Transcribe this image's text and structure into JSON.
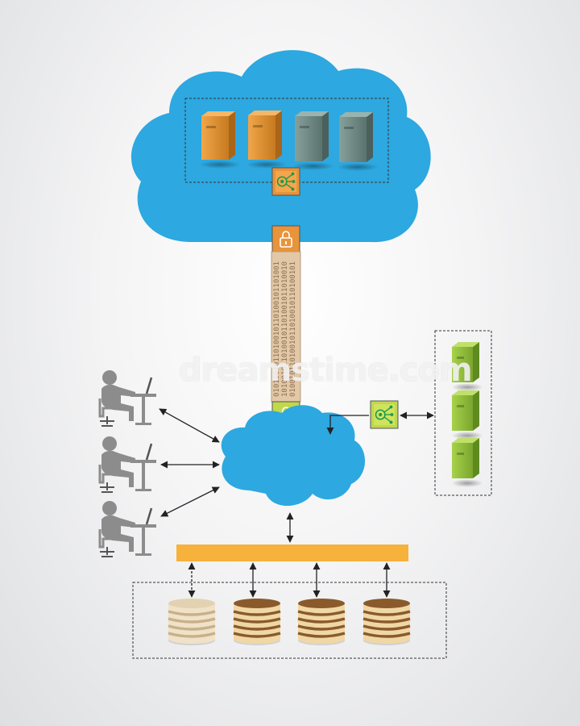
{
  "watermark": {
    "text": "dreamstime.com"
  },
  "binary_stream": [
    "0101001011010010110100101101001",
    "1010010110100101101001011010010",
    "0100101101001011010010110100101"
  ],
  "colors": {
    "cloud": "#2da8e0",
    "server_orange": "#e0932e",
    "server_gray": "#6f8a86",
    "server_green": "#8fbd3a",
    "bus_bar": "#f7b23b",
    "lock_orange": "#e8943a",
    "lock_green": "#bfd94a",
    "db_brown": "#8a5a2b",
    "db_cream": "#e9dac0",
    "person": "#8c8c8c"
  },
  "icons": {
    "lock_top": "lock-icon",
    "lock_bottom": "lock-icon",
    "hub_top": "network-hub-icon",
    "hub_right": "network-hub-icon",
    "users": "user-at-desk-icon",
    "databases": "database-icon",
    "servers": "server-icon"
  }
}
